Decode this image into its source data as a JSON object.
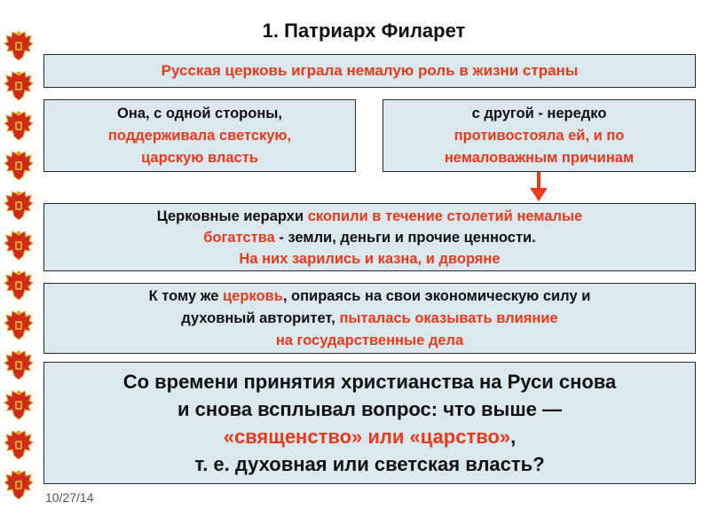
{
  "slide": {
    "title": "1. Патриарх Филарет",
    "date": "10/27/14"
  },
  "boxes": {
    "b1": {
      "text": "Русская церковь играла немалую роль в жизни страны"
    },
    "b2": {
      "line1": "Она, с одной стороны,",
      "line2": "поддерживала светскую,",
      "line3": "царскую власть"
    },
    "b3": {
      "line1": "с другой - нередко",
      "line2": "противостояла ей, и по",
      "line3": "немаловажным причинам"
    },
    "b4": {
      "l1a": "Церковные иерархи ",
      "l1b": "скопили в течение столетий немалые",
      "l2a": "богатства",
      "l2b": " - земли, деньги и прочие ценности.",
      "l3": "На них зарились и казна, и дворяне"
    },
    "b5": {
      "l1a": "К тому же ",
      "l1b": "церковь",
      "l1c": ", опираясь на свои экономическую силу и",
      "l2a": "духовный авторитет, ",
      "l2b": "пыталась оказывать влияние",
      "l3": "на государственные дела"
    },
    "b6": {
      "l1": "Со времени принятия христианства на Руси снова",
      "l2": "и снова всплывал вопрос: что выше —",
      "l3a": "«священство» или «царство»",
      "l3b": ",",
      "l4": "т. е. духовная или светская власть?"
    }
  },
  "colors": {
    "accent_red": "#e8391b",
    "box_fill": "#dbe9ef",
    "arrow": "#e8391b",
    "emblem_red": "#d02a1a",
    "emblem_gold": "#e0a52a"
  },
  "icons": {
    "side_emblem": "double-headed-eagle-emblem",
    "arrow": "arrow-down-icon"
  }
}
